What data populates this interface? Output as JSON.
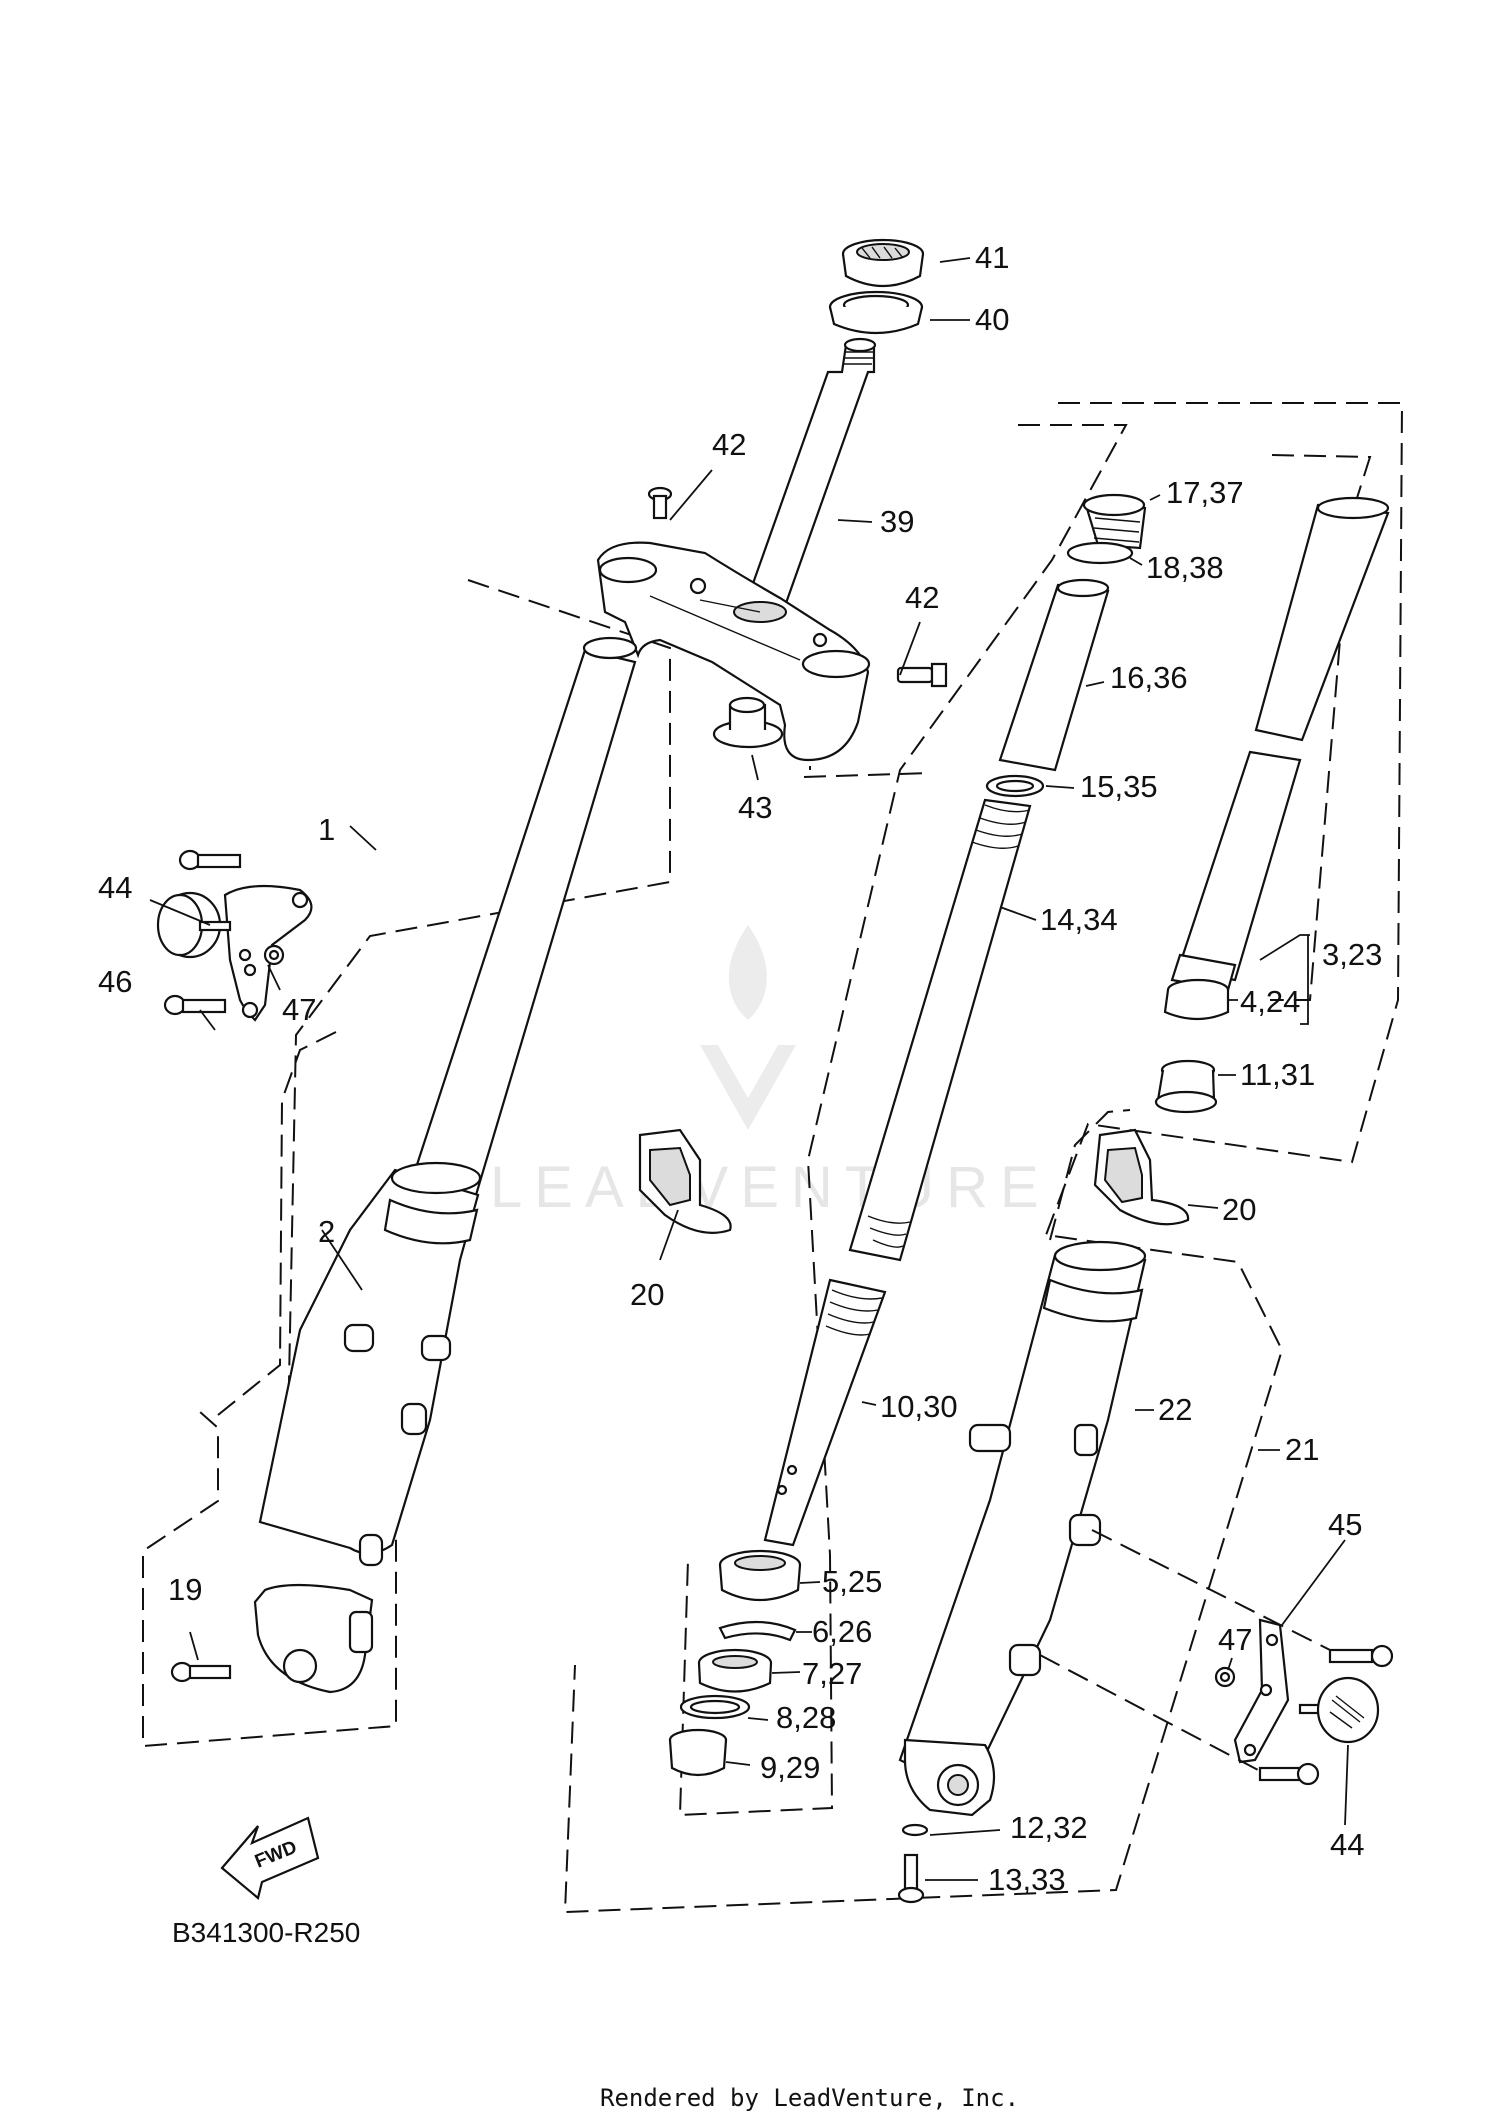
{
  "diagram": {
    "labels": [
      "1",
      "2",
      "3,23",
      "4,24",
      "5,25",
      "6,26",
      "7,27",
      "8,28",
      "9,29",
      "10,30",
      "11,31",
      "12,32",
      "13,33",
      "14,34",
      "15,35",
      "16,36",
      "17,37",
      "18,38",
      "19",
      "20",
      "20",
      "21",
      "22",
      "39",
      "40",
      "41",
      "42",
      "42",
      "43",
      "44",
      "44",
      "45",
      "46",
      "47",
      "47"
    ],
    "diagram_code": "B341300-R250",
    "forward_marker": "FWD",
    "watermark": "LEADVENTURE",
    "footer": "Rendered by LeadVenture, Inc."
  }
}
